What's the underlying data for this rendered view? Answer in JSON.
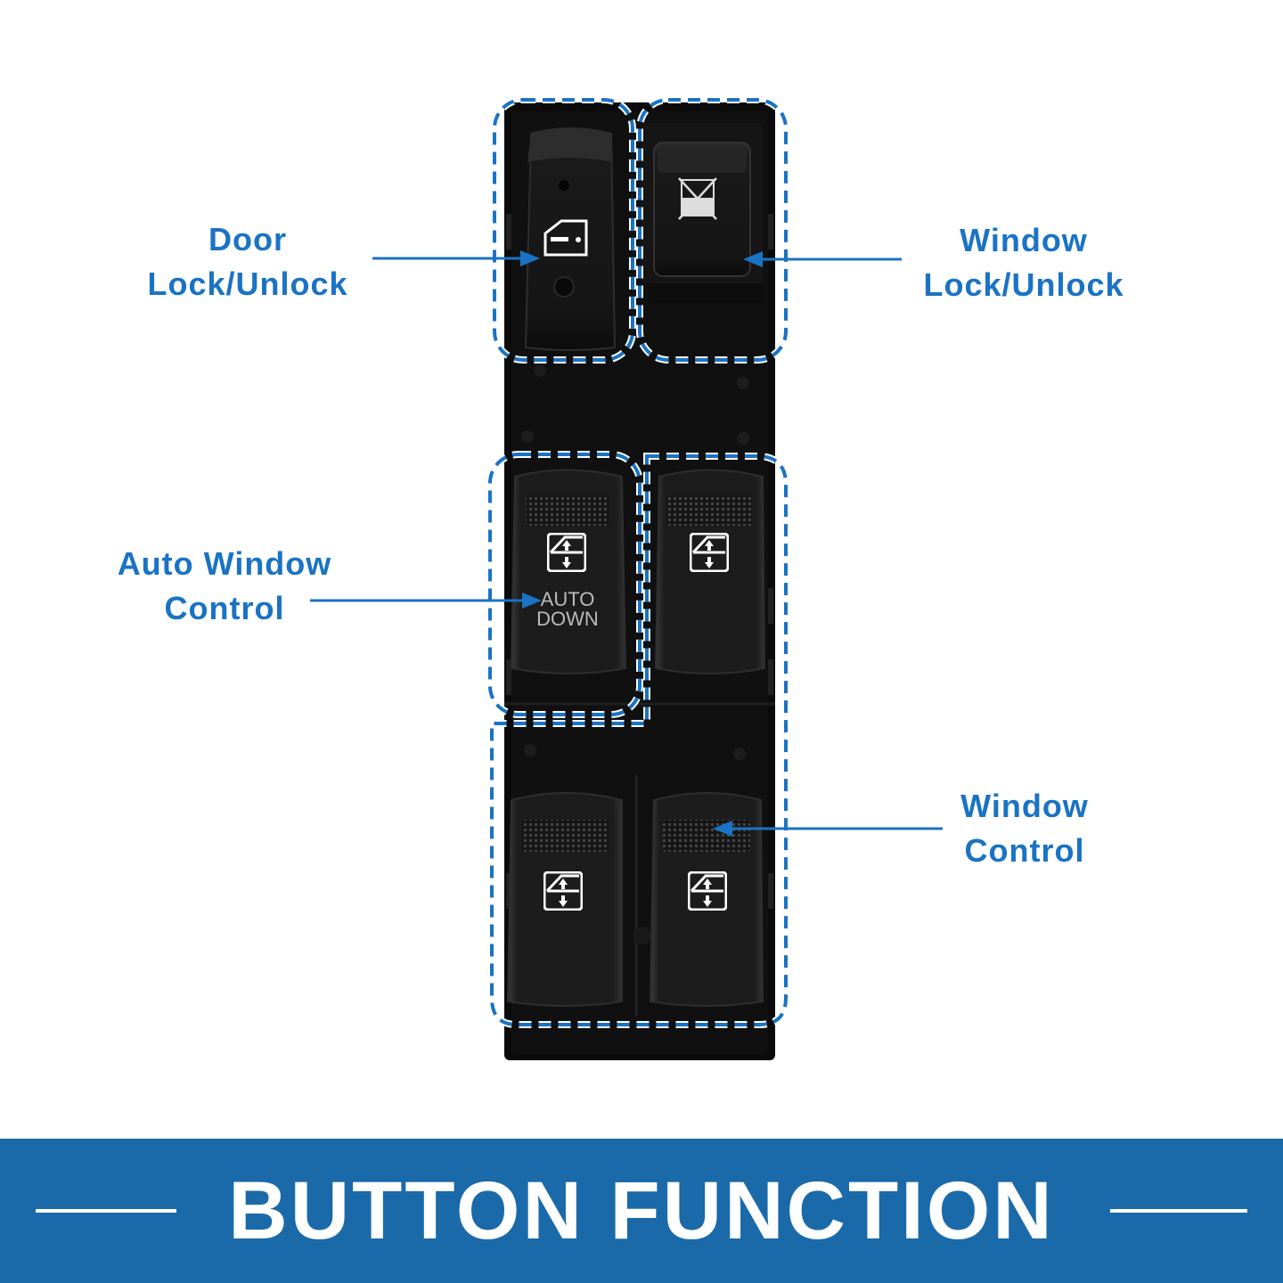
{
  "labels": {
    "door_lock": [
      "Door",
      "Lock/Unlock"
    ],
    "window_lock": [
      "Window",
      "Lock/Unlock"
    ],
    "auto_window": [
      "Auto Window",
      "Control"
    ],
    "window_control": [
      "Window",
      "Control"
    ]
  },
  "switch_text": {
    "auto_line1": "AUTO",
    "auto_line2": "DOWN"
  },
  "banner": {
    "title": "BUTTON FUNCTION"
  },
  "colors": {
    "accent_blue": "#1a73c4",
    "banner_blue": "#1a6aaa",
    "switch_body": "#0b0b0b",
    "button_face": "#1c1c1c"
  },
  "icons": [
    "door-lock-icon",
    "window-lock-icon",
    "window-up-down-icon"
  ]
}
